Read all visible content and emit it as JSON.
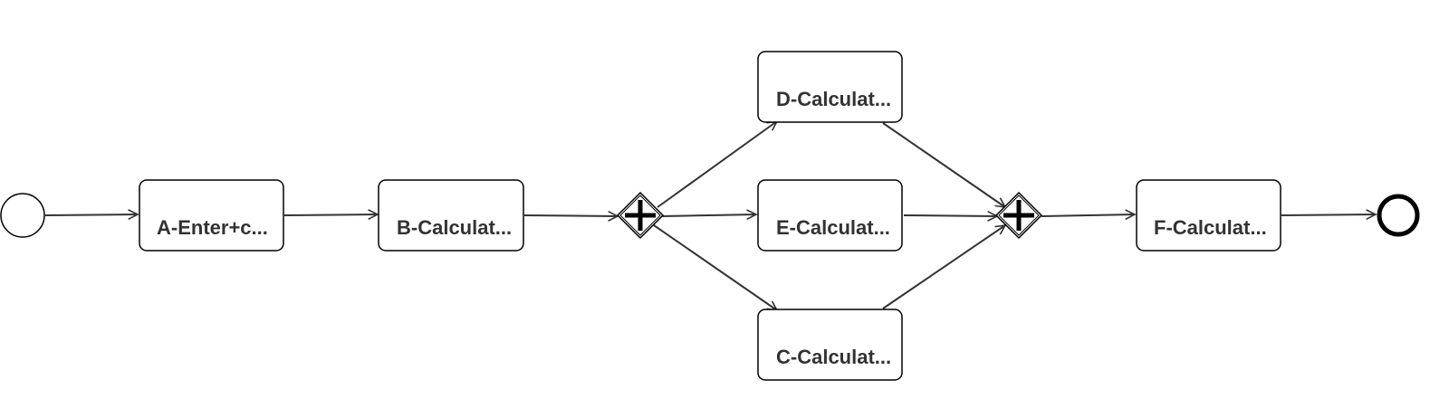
{
  "diagram": {
    "type": "bpmn-process",
    "nodes": [
      {
        "id": "start",
        "kind": "start-event"
      },
      {
        "id": "A",
        "kind": "task",
        "label": "A-Enter+c..."
      },
      {
        "id": "B",
        "kind": "task",
        "label": "B-Calculat..."
      },
      {
        "id": "split",
        "kind": "parallel-gateway"
      },
      {
        "id": "D",
        "kind": "task",
        "label": "D-Calculat..."
      },
      {
        "id": "E",
        "kind": "task",
        "label": "E-Calculat..."
      },
      {
        "id": "C",
        "kind": "task",
        "label": "C-Calculat..."
      },
      {
        "id": "join",
        "kind": "parallel-gateway"
      },
      {
        "id": "F",
        "kind": "task",
        "label": "F-Calculat..."
      },
      {
        "id": "end",
        "kind": "end-event"
      }
    ],
    "edges": [
      {
        "from": "start",
        "to": "A"
      },
      {
        "from": "A",
        "to": "B"
      },
      {
        "from": "B",
        "to": "split"
      },
      {
        "from": "split",
        "to": "D"
      },
      {
        "from": "split",
        "to": "E"
      },
      {
        "from": "split",
        "to": "C"
      },
      {
        "from": "D",
        "to": "join"
      },
      {
        "from": "E",
        "to": "join"
      },
      {
        "from": "C",
        "to": "join"
      },
      {
        "from": "join",
        "to": "F"
      },
      {
        "from": "F",
        "to": "end"
      }
    ]
  }
}
